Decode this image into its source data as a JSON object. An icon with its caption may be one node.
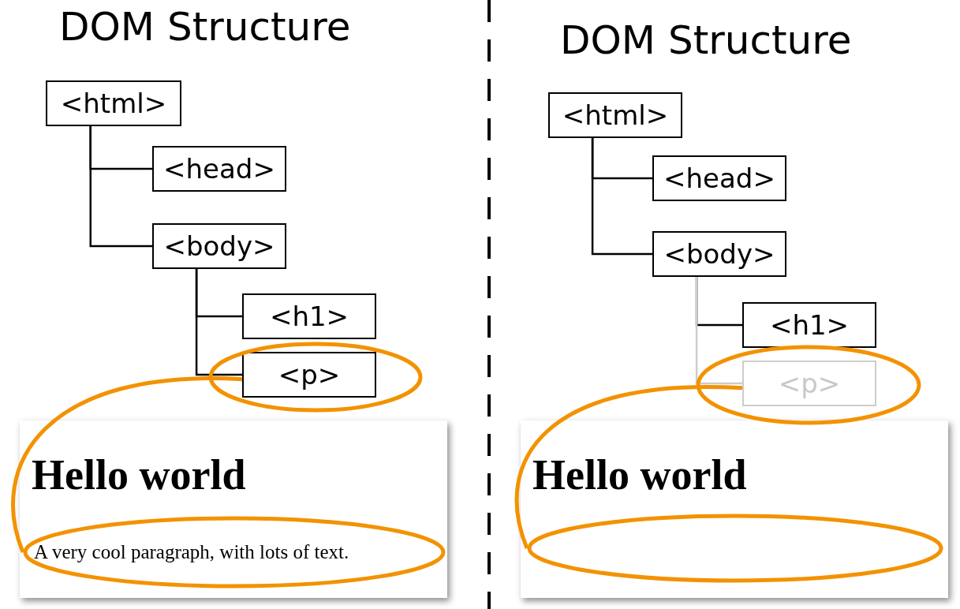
{
  "diagram": {
    "nodes": [
      {
        "text": [
          "<html>"
        ]
      },
      {
        "text": [
          "<head>"
        ]
      },
      {
        "text": [
          "<body>"
        ]
      },
      {
        "text": [
          "<h1>"
        ]
      },
      {
        "text": [
          "<p>"
        ]
      },
      {
        "text": [
          "Hello world"
        ]
      },
      {
        "text": [
          "A very cool paragraph, with lots of text."
        ],
        "in": 5
      },
      {
        "text": [
          "<html>"
        ]
      },
      {
        "text": [
          "<head>"
        ]
      },
      {
        "text": [
          "<body>"
        ]
      },
      {
        "text": [
          "<h1>"
        ]
      },
      {
        "text": [
          "<p>"
        ]
      },
      {
        "text": [
          "Hello world"
        ]
      },
      {
        "text": [],
        "shape": "ellipse",
        "in": 12
      }
    ],
    "edges": [
      {
        "from": 0,
        "to": 1,
        "arrow": "none"
      },
      {
        "from": 0,
        "to": 2,
        "arrow": "none"
      },
      {
        "from": 2,
        "to": 3,
        "arrow": "none"
      },
      {
        "from": 2,
        "to": 4,
        "arrow": "none"
      },
      {
        "from": 4,
        "to": 6,
        "arrow": "none",
        "style": "thick",
        "color": "#f39200"
      },
      {
        "from": 7,
        "to": 8,
        "arrow": "none"
      },
      {
        "from": 7,
        "to": 9,
        "arrow": "none"
      },
      {
        "from": 9,
        "to": 10,
        "arrow": "none"
      },
      {
        "from": 9,
        "to": 11,
        "arrow": "none",
        "color": "#cccccc"
      },
      {
        "from": 11,
        "to": 13,
        "arrow": "none",
        "style": "thick",
        "color": "#f39200"
      }
    ],
    "labels": [
      "DOM Structure",
      "DOM Structure"
    ]
  }
}
